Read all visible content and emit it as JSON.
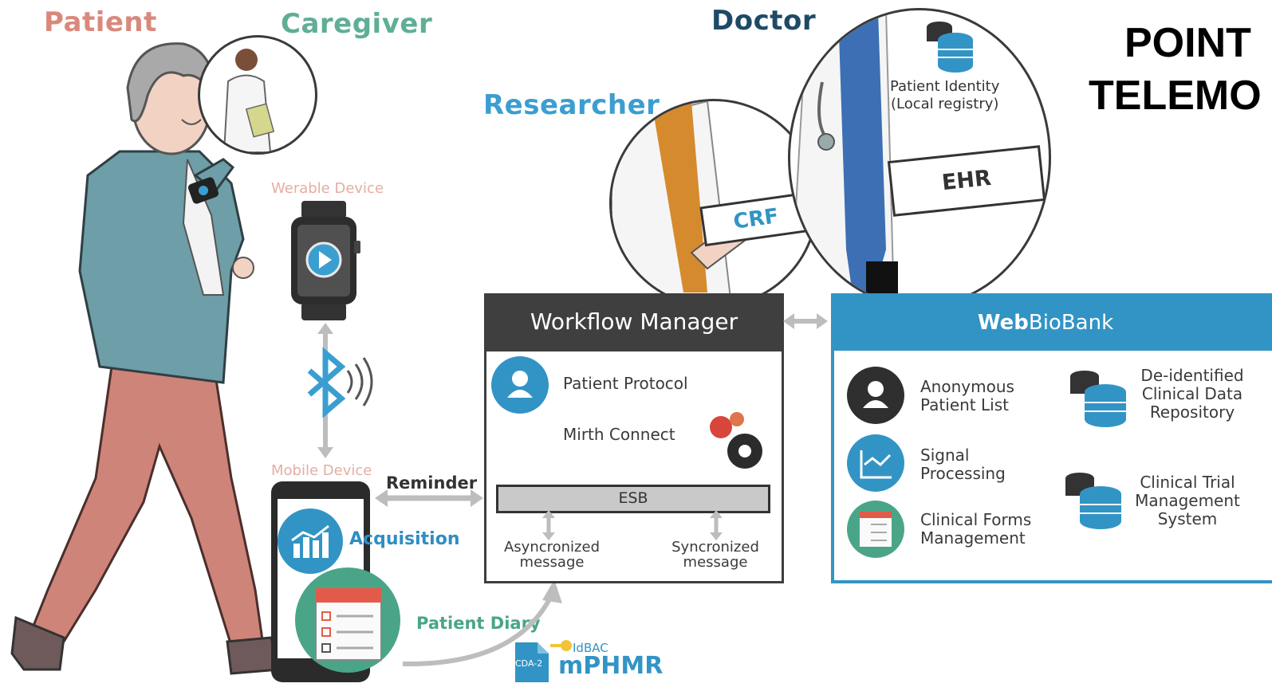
{
  "roles": {
    "patient": "Patient",
    "caregiver": "Caregiver",
    "doctor": "Doctor",
    "researcher": "Researcher"
  },
  "title_lines": [
    "POINT",
    "TELEMO"
  ],
  "devices": {
    "wearable": "Werable Device",
    "mobile": "Mobile Device",
    "reminder": "Reminder",
    "acquisition": "Acquisition",
    "patient_diary": "Patient Diary",
    "idbac": "IdBAC",
    "mphmr": "mPHMR",
    "cda": "CDA-2"
  },
  "doctor_panel": {
    "identity_line1": "Patient Identity",
    "identity_line2": "(Local registry)",
    "ehr": "EHR",
    "crf": "CRF"
  },
  "workflow_manager": {
    "title": "Workflow Manager",
    "patient_protocol": "Patient Protocol",
    "mirth_connect": "Mirth Connect",
    "esb": "ESB",
    "async_line1": "Asyncronized",
    "async_line2": "message",
    "sync_line1": "Syncronized",
    "sync_line2": "message"
  },
  "webbiobank": {
    "title_bold": "Web",
    "title_rest": "BioBank",
    "anonymous_line1": "Anonymous",
    "anonymous_line2": "Patient List",
    "signal_line1": "Signal",
    "signal_line2": "Processing",
    "forms_line1": "Clinical Forms",
    "forms_line2": "Management",
    "repo_line1": "De-identified",
    "repo_line2": "Clinical Data",
    "repo_line3": "Repository",
    "ctms_line1": "Clinical Trial",
    "ctms_line2": "Management",
    "ctms_line3": "System"
  },
  "colors": {
    "patient": "#d9897c",
    "caregiver": "#5fae96",
    "doctor": "#1f4a66",
    "researcher": "#3b9ed0",
    "accent_blue": "#3294c5",
    "dark_header": "#3f3f3f"
  }
}
